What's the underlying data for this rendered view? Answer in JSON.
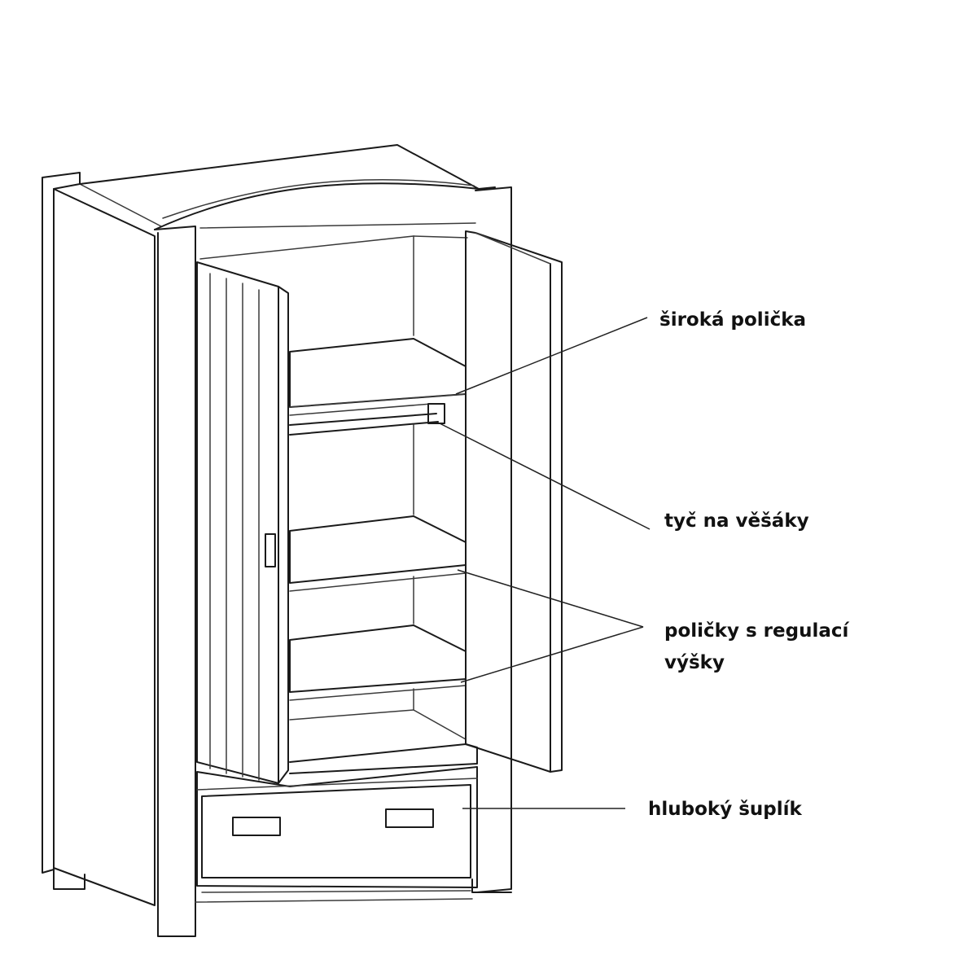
{
  "labels": {
    "wide_shelf": "široká polička",
    "hanging_rod": "tyč na věšáky",
    "adjustable_shelves_line1": "poličky s regulací",
    "adjustable_shelves_line2": "výšky",
    "deep_drawer": "hluboký šuplík"
  },
  "colors": {
    "line": "#1a1a1a",
    "background": "#ffffff"
  }
}
